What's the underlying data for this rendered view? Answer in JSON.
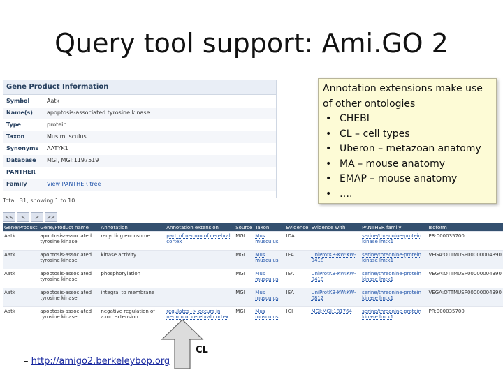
{
  "slide": {
    "title": "Query tool support: Ami.GO 2"
  },
  "gene_panel": {
    "header": "Gene Product Information",
    "rows": [
      {
        "label": "Symbol",
        "value": "Aatk"
      },
      {
        "label": "Name(s)",
        "value": "apoptosis-associated tyrosine kinase"
      },
      {
        "label": "Type",
        "value": "protein"
      },
      {
        "label": "Taxon",
        "value": "Mus musculus"
      },
      {
        "label": "Synonyms",
        "value": "AATYK1"
      },
      {
        "label": "Database",
        "value": "MGI, MGI:1197519"
      },
      {
        "label": "PANTHER",
        "value": ""
      },
      {
        "label": "Family",
        "value": "View PANTHER tree"
      }
    ],
    "total_text": "Total: 31; showing 1 to 10",
    "pager": [
      "<<",
      "<",
      ">",
      ">>"
    ]
  },
  "callout": {
    "intro": "Annotation extensions make use of other ontologies",
    "items": [
      "CHEBI",
      "CL – cell types",
      "Uberon – metazoan anatomy",
      "MA – mouse anatomy",
      "EMAP – mouse anatomy",
      "…."
    ]
  },
  "annotation_table": {
    "columns": [
      "Gene/Product",
      "Gene/Product name",
      "Annotation",
      "Annotation extension",
      "Source",
      "Taxon",
      "Evidence",
      "Evidence with",
      "PANTHER family",
      "Isoform"
    ],
    "rows": [
      [
        "Aatk",
        "apoptosis-associated tyrosine kinase",
        "recycling endosome",
        "part_of neuron of cerebral cortex",
        "MGI",
        "Mus musculus",
        "IDA",
        "",
        "serine/threonine-protein kinase lmtk1",
        "PR:000035700"
      ],
      [
        "Aatk",
        "apoptosis-associated tyrosine kinase",
        "kinase activity",
        "",
        "MGI",
        "Mus musculus",
        "IEA",
        "UniProtKB-KW:KW-0418",
        "serine/threonine-protein kinase lmtk1",
        "VEGA:OTTMUSP00000004390"
      ],
      [
        "Aatk",
        "apoptosis-associated tyrosine kinase",
        "phosphorylation",
        "",
        "MGI",
        "Mus musculus",
        "IEA",
        "UniProtKB-KW:KW-0418",
        "serine/threonine-protein kinase lmtk1",
        "VEGA:OTTMUSP00000004390"
      ],
      [
        "Aatk",
        "apoptosis-associated tyrosine kinase",
        "integral to membrane",
        "",
        "MGI",
        "Mus musculus",
        "IEA",
        "UniProtKB-KW:KW-0812",
        "serine/threonine-protein kinase lmtk1",
        "VEGA:OTTMUSP00000004390"
      ],
      [
        "Aatk",
        "apoptosis-associated tyrosine kinase",
        "negative regulation of axon extension",
        "regulates -> occurs in neuron of cerebral cortex",
        "MGI",
        "Mus musculus",
        "IGI",
        "MGI:MGI:181764",
        "serine/threonine-protein kinase lmtk1",
        "PR:000035700"
      ]
    ]
  },
  "footer": {
    "prefix": "– ",
    "link": "http://amigo2.berkeleybop.org",
    "cl_label": "CL"
  }
}
